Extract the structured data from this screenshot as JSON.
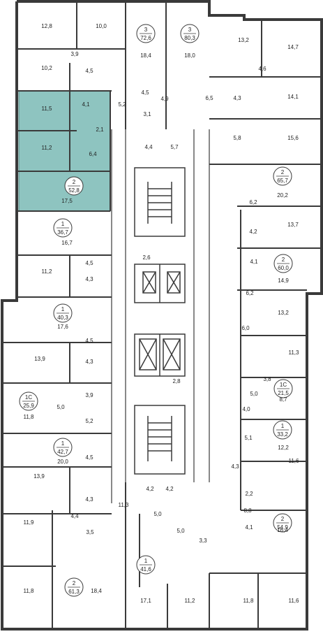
{
  "palette": {
    "wall": "#3a3a3a",
    "highlight_fill": "#8ec4c0",
    "highlight_stroke": "#4a7f7b",
    "unit_circle": "#ffffff"
  },
  "highlighted_apartment": {
    "rooms": "2",
    "area": "52,8"
  },
  "units": [
    {
      "id": "u1",
      "rooms": "3",
      "area": "72,6"
    },
    {
      "id": "u2",
      "rooms": "3",
      "area": "80,3"
    },
    {
      "id": "u3",
      "rooms": "2",
      "area": "52,8"
    },
    {
      "id": "u4",
      "rooms": "2",
      "area": "65,7"
    },
    {
      "id": "u5",
      "rooms": "1",
      "area": "36,7"
    },
    {
      "id": "u6",
      "rooms": "2",
      "area": "60,0"
    },
    {
      "id": "u7",
      "rooms": "1",
      "area": "40,3"
    },
    {
      "id": "u8",
      "rooms": "1C",
      "area": "25,9"
    },
    {
      "id": "u9",
      "rooms": "1C",
      "area": "21,5"
    },
    {
      "id": "u10",
      "rooms": "1",
      "area": "33,2"
    },
    {
      "id": "u11",
      "rooms": "1",
      "area": "42,7"
    },
    {
      "id": "u12",
      "rooms": "2",
      "area": "54,9"
    },
    {
      "id": "u13",
      "rooms": "1",
      "area": "41,6"
    },
    {
      "id": "u14",
      "rooms": "2",
      "area": "61,3"
    }
  ],
  "room_areas": [
    "12,8",
    "10,0",
    "18,4",
    "18,0",
    "13,2",
    "14,7",
    "3,9",
    "10,2",
    "4,5",
    "4,6",
    "4,5",
    "4,9",
    "6,5",
    "4,3",
    "14,1",
    "11,5",
    "4,1",
    "5,2",
    "3,1",
    "2,1",
    "5,8",
    "15,6",
    "11,2",
    "6,4",
    "4,4",
    "5,7",
    "20,2",
    "17,5",
    "6,2",
    "13,7",
    "4,2",
    "16,7",
    "4,1",
    "2,6",
    "4,5",
    "14,9",
    "11,2",
    "4,3",
    "6,2",
    "13,2",
    "17,6",
    "6,0",
    "11,3",
    "4,5",
    "13,9",
    "4,3",
    "3,8",
    "5,0",
    "8,7",
    "3,9",
    "4,0",
    "2,8",
    "11,8",
    "5,0",
    "5,2",
    "12,2",
    "20,0",
    "5,1",
    "11,6",
    "4,5",
    "4,3",
    "13,9",
    "4,2",
    "4,2",
    "4,3",
    "11,3",
    "2,2",
    "8,8",
    "4,4",
    "5,0",
    "11,9",
    "3,5",
    "5,0",
    "3,3",
    "16,4",
    "4,1",
    "18,4",
    "11,8",
    "17,1",
    "11,2",
    "11,8",
    "11,6"
  ]
}
